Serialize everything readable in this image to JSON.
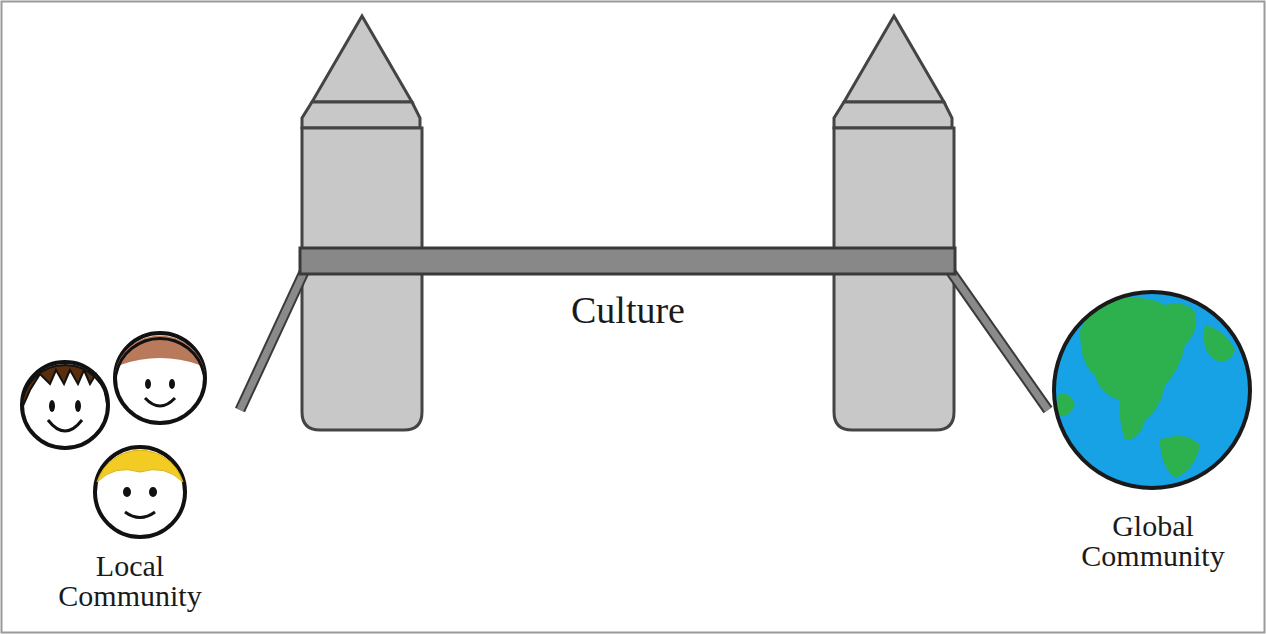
{
  "diagram": {
    "nodes": [
      {
        "text": [
          "Local Community"
        ]
      },
      {
        "text": [
          "Global Community"
        ]
      }
    ],
    "edges": [
      {
        "from": 0,
        "to": 1,
        "arrow": "none",
        "label": "Culture"
      }
    ]
  }
}
